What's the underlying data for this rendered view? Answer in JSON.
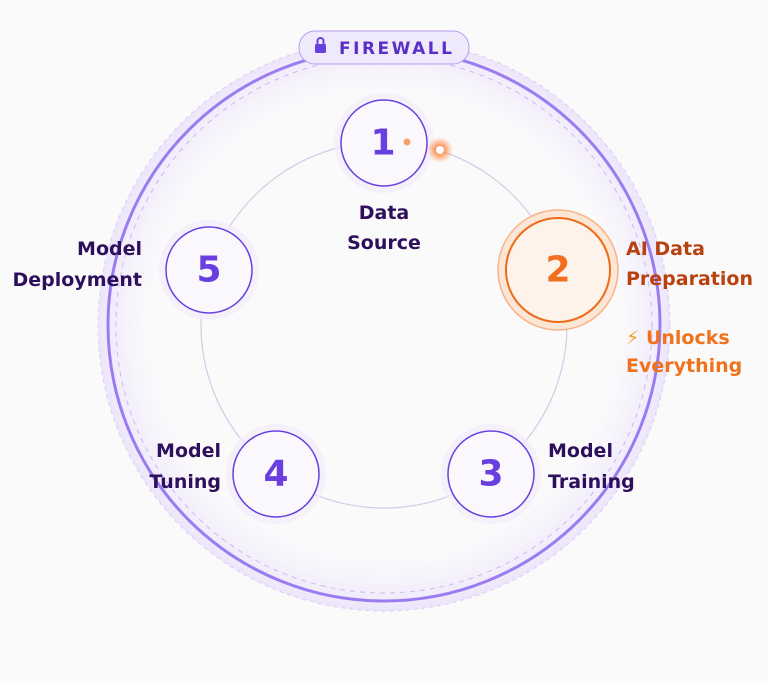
{
  "firewall": {
    "label": "FIREWALL",
    "icon": "lock-icon"
  },
  "steps": [
    {
      "number": "1",
      "line1": "Data",
      "line2": "Source"
    },
    {
      "number": "2",
      "line1": "AI Data",
      "line2": "Preparation",
      "note_icon": "⚡",
      "note_line1": "Unlocks",
      "note_line2": "Everything"
    },
    {
      "number": "3",
      "line1": "Model",
      "line2": "Training"
    },
    {
      "number": "4",
      "line1": "Model",
      "line2": "Tuning"
    },
    {
      "number": "5",
      "line1": "Model",
      "line2": "Deployment"
    }
  ],
  "colors": {
    "purple": "#6a3fe0",
    "orange": "#f07020",
    "dark": "#2e0f5c"
  }
}
